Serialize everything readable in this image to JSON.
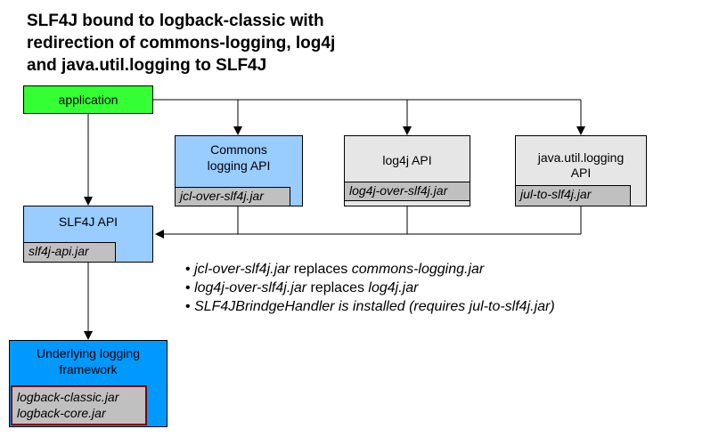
{
  "title": {
    "line1": "SLF4J bound to logback-classic with",
    "line2": "redirection of commons-logging, log4j",
    "line3": "and java.util.logging to SLF4J"
  },
  "colors": {
    "application": "#33ff33",
    "blue_light": "#99ccff",
    "blue_dark": "#0099ff",
    "gray_box": "#e6e6e6",
    "jar": "#c0c0c0",
    "logback_jar_border": "#800000"
  },
  "boxes": {
    "application": {
      "label": "application"
    },
    "commons_logging": {
      "label_line1": "Commons",
      "label_line2": "logging API",
      "jar": "jcl-over-slf4j.jar"
    },
    "log4j": {
      "label": "log4j API",
      "jar": "log4j-over-slf4j.jar"
    },
    "jul": {
      "label_line1": "java.util.logging",
      "label_line2": "API",
      "jar": "jul-to-slf4j.jar"
    },
    "slf4j": {
      "label": "SLF4J API",
      "jar": "slf4j-api.jar"
    },
    "underlying": {
      "label_line1": "Underlying logging",
      "label_line2": "framework",
      "jar_line1": "logback-classic.jar",
      "jar_line2": "logback-core.jar"
    }
  },
  "notes": [
    {
      "bullet": "•",
      "italic": "jcl-over-slf4j.jar",
      "text": " replaces ",
      "italic2": "commons-logging.jar"
    },
    {
      "bullet": "•",
      "italic": "log4j-over-slf4j.jar",
      "text": " replaces ",
      "italic2": "log4j.jar"
    },
    {
      "bullet": "•",
      "italic": "SLF4JBrindgeHandler is installed (requires jul-to-slf4j.jar)",
      "text": "",
      "italic2": ""
    }
  ]
}
